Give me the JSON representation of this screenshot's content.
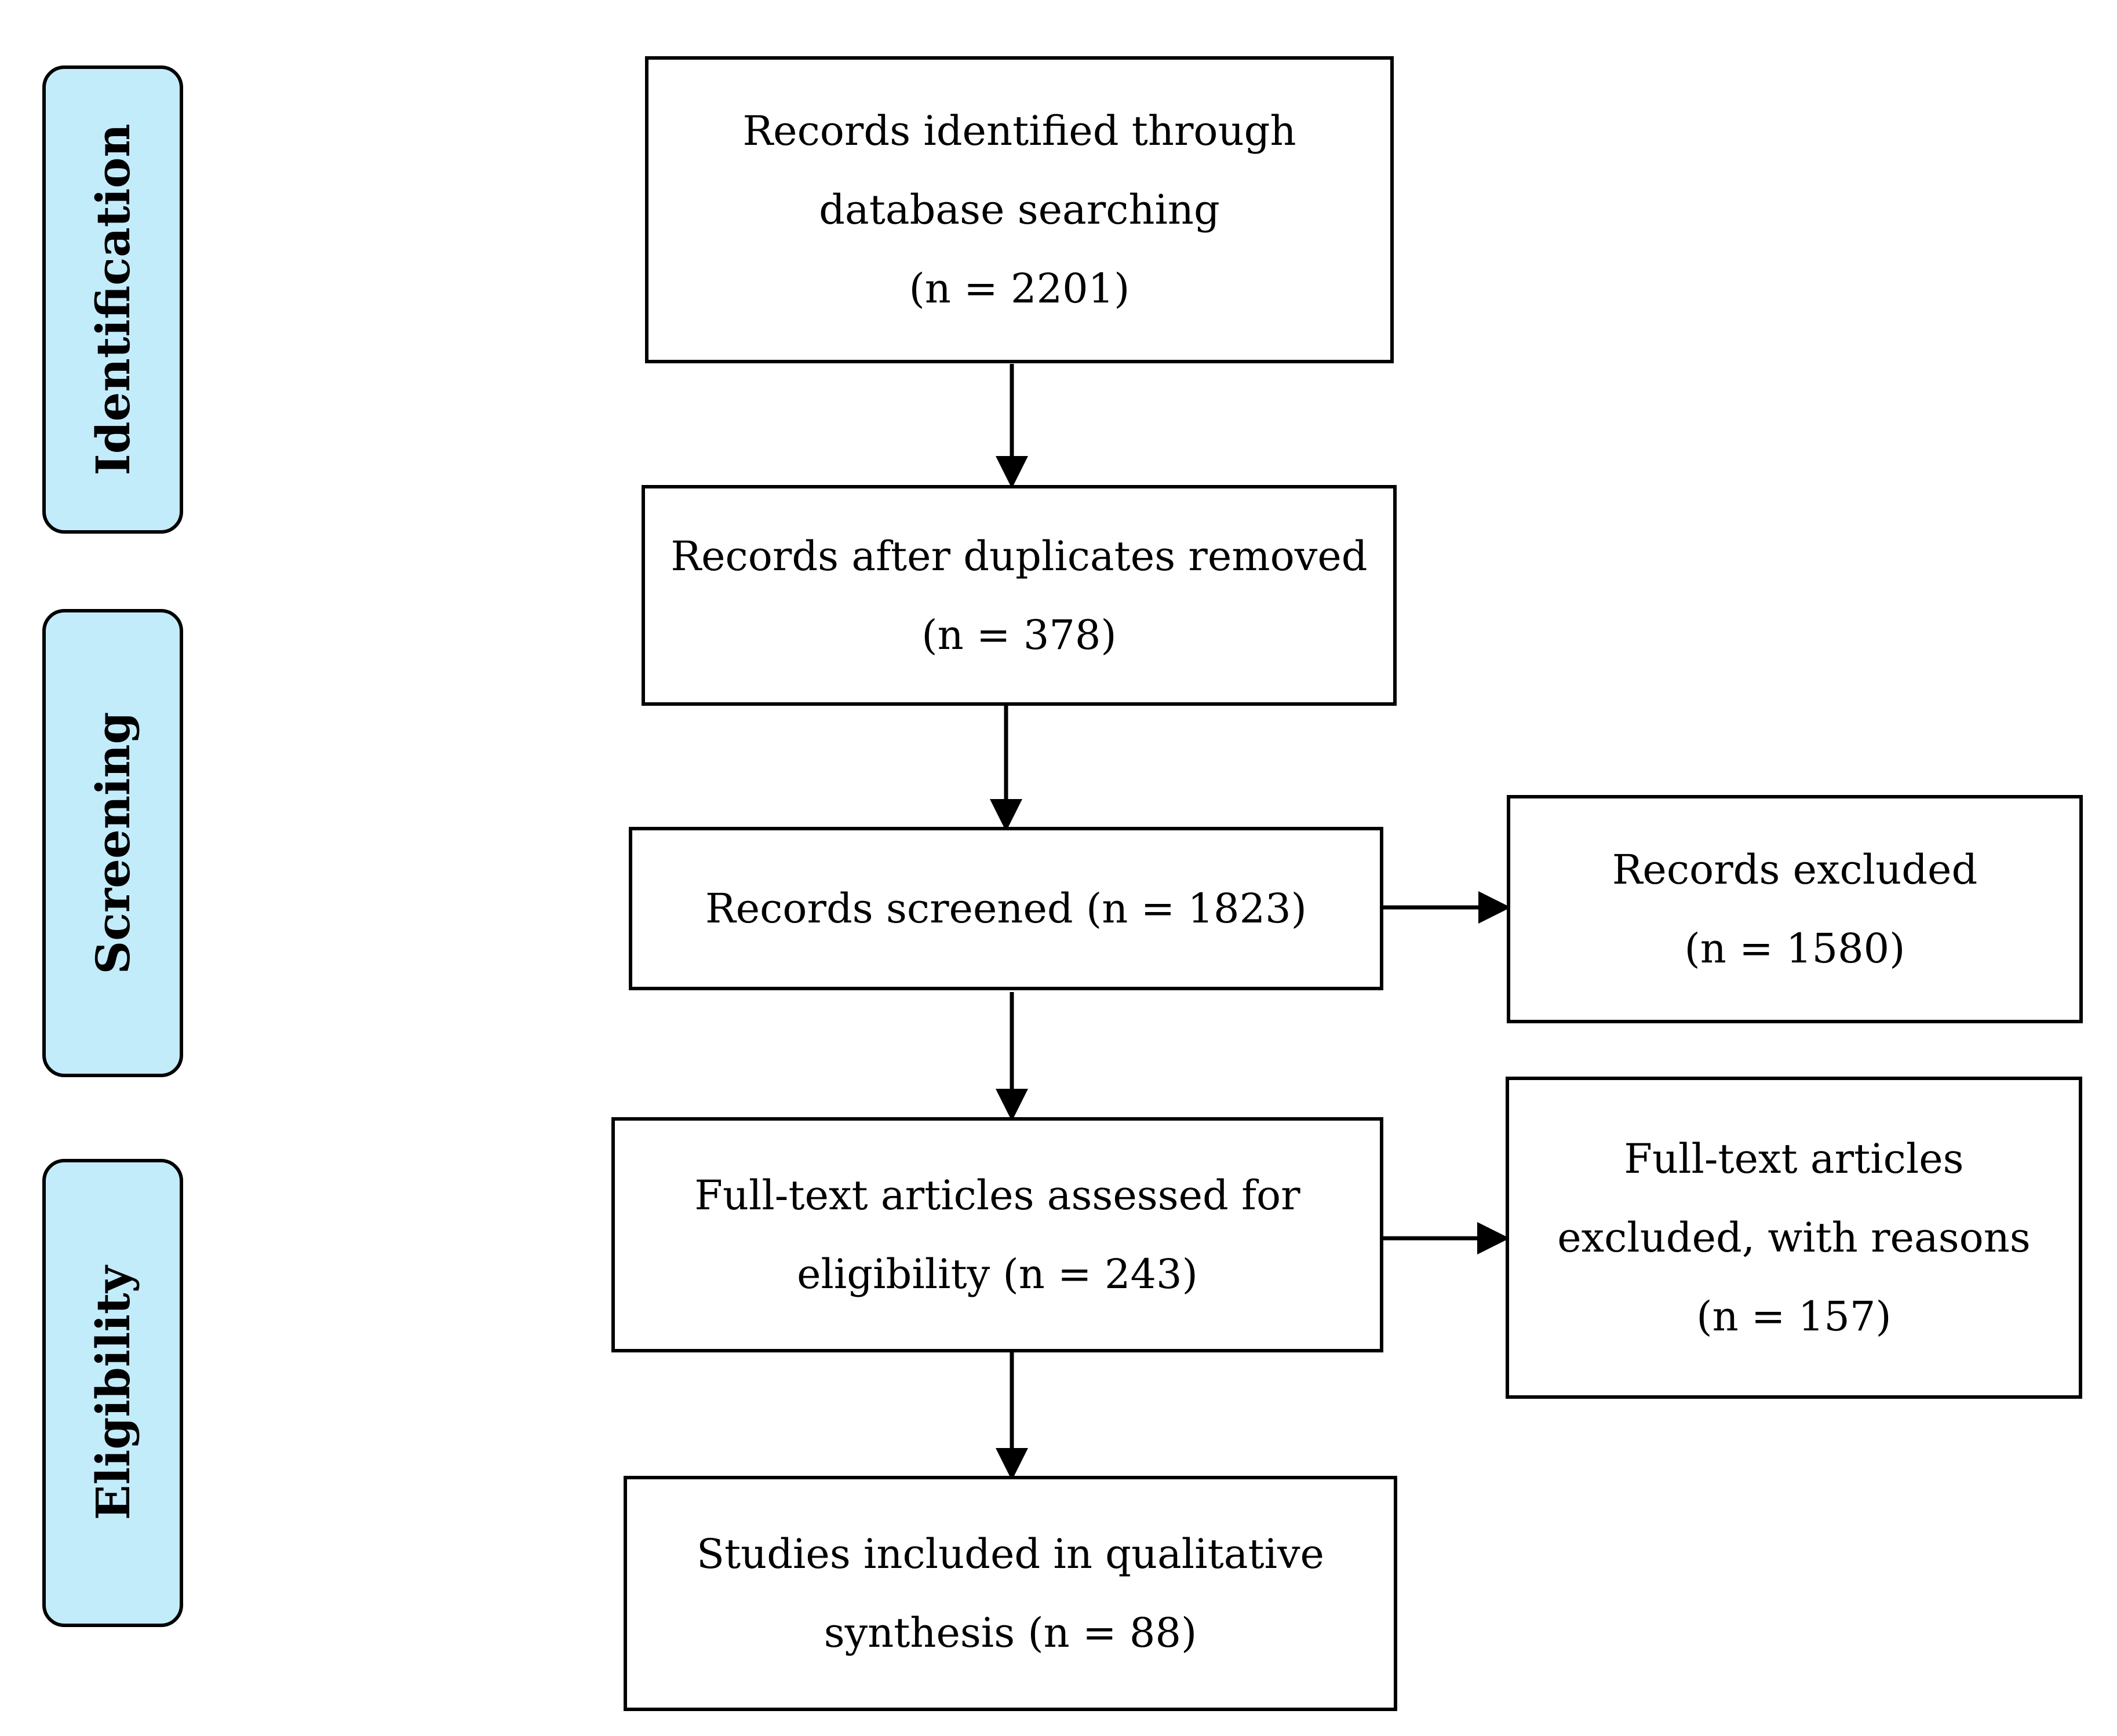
{
  "colors": {
    "stage_fill": "#c3ecfb",
    "stroke": "#000000"
  },
  "stages": [
    {
      "label": "Identification"
    },
    {
      "label": "Screening"
    },
    {
      "label": "Eligibility"
    }
  ],
  "boxes": {
    "identified": {
      "lines": [
        "Records identified through",
        "database searching",
        "(n = 2201)"
      ]
    },
    "duplicates_removed": {
      "lines": [
        "Records after duplicates removed",
        "(n = 378)"
      ]
    },
    "screened": {
      "lines": [
        "Records screened (n = 1823)"
      ]
    },
    "excluded": {
      "lines": [
        "Records excluded",
        "(n = 1580)"
      ]
    },
    "fulltext_assessed": {
      "lines": [
        "Full-text articles assessed for",
        "eligibility (n = 243)"
      ]
    },
    "fulltext_excluded": {
      "lines": [
        "Full-text articles",
        "excluded, with reasons",
        "(n = 157)"
      ]
    },
    "included": {
      "lines": [
        "Studies included in qualitative",
        "synthesis (n = 88)"
      ]
    }
  }
}
